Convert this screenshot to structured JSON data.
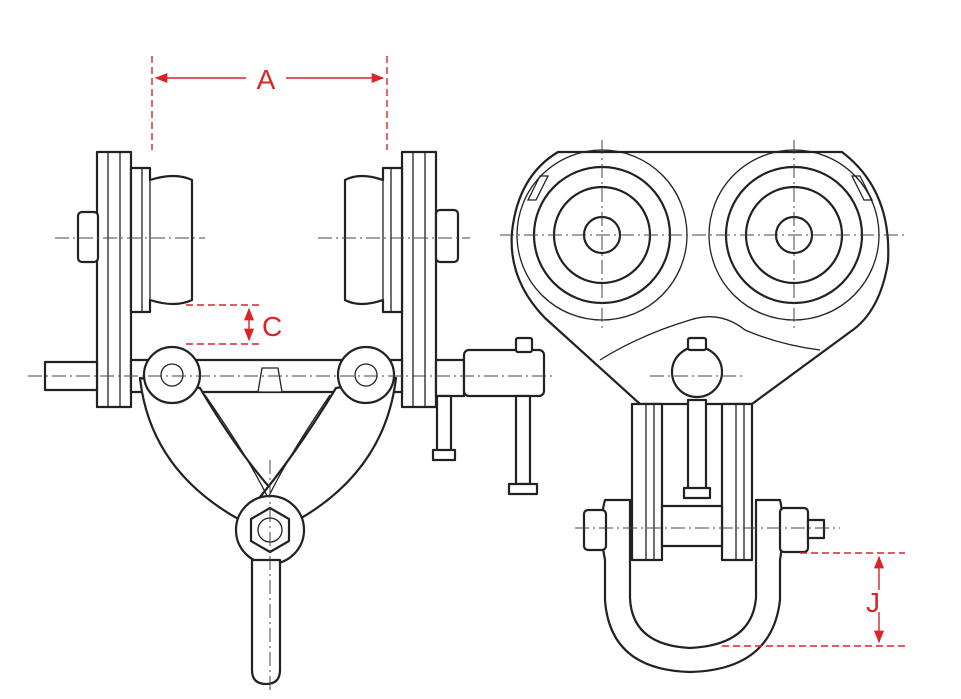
{
  "dimensions": {
    "a": {
      "label": "A"
    },
    "c": {
      "label": "C"
    },
    "j": {
      "label": "J"
    }
  },
  "colors": {
    "dimension": "#d9242a",
    "line": "#222222",
    "background": "#ffffff"
  }
}
